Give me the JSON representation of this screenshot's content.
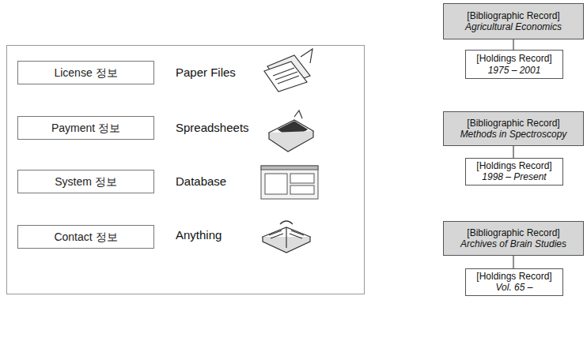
{
  "diagram": {
    "nodes": [
      {
        "text": [
          "License 정보"
        ]
      },
      {
        "text": [
          "Payment 정보"
        ]
      },
      {
        "text": [
          "System 정보"
        ]
      },
      {
        "text": [
          "Contact 정보"
        ]
      },
      {
        "text": [
          "[Bibliographic Record]",
          "Agricultural Economics"
        ]
      },
      {
        "text": [
          "[Holdings Record]",
          "1975 – 2001"
        ]
      },
      {
        "text": [
          "[Bibliographic Record]",
          "Methods in Spectroscopy"
        ]
      },
      {
        "text": [
          "[Holdings Record]",
          "1998 – Present"
        ]
      },
      {
        "text": [
          "[Bibliographic Record]",
          "Archives of Brain Studies"
        ]
      },
      {
        "text": [
          "[Holdings Record]",
          "Vol. 65 –"
        ]
      }
    ],
    "edges": [
      {
        "from": 4,
        "to": 5,
        "arrow": "none"
      },
      {
        "from": 6,
        "to": 7,
        "arrow": "none"
      },
      {
        "from": 8,
        "to": 9,
        "arrow": "none"
      }
    ],
    "labels": [
      "Paper Files",
      "Spreadsheets",
      "Database",
      "Anything"
    ]
  }
}
